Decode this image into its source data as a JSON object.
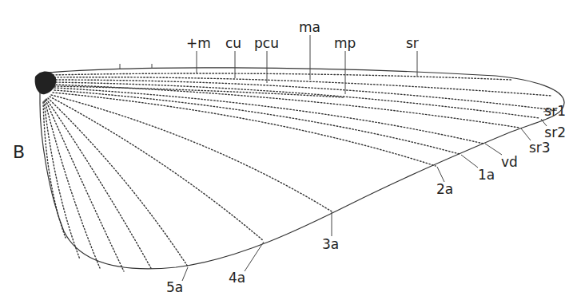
{
  "diagram": {
    "labels": [
      "B",
      "+m",
      "cu",
      "pcu",
      "ma",
      "mp",
      "sr",
      "sr1",
      "sr2",
      "sr3",
      "vd",
      "1a",
      "2a",
      "3a",
      "4a",
      "5a"
    ]
  }
}
